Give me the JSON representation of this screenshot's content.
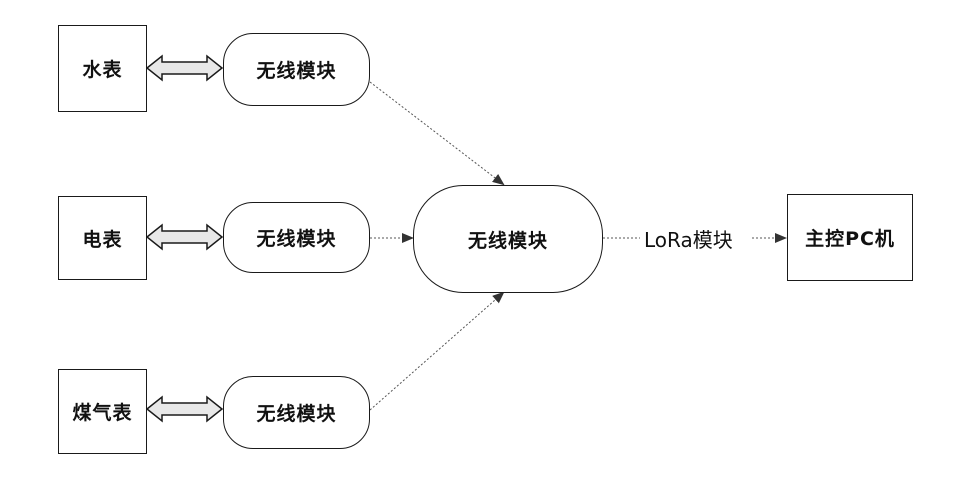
{
  "meters": {
    "water": "水表",
    "electric": "电表",
    "gas": "煤气表"
  },
  "modules": {
    "top": "无线模块",
    "middle": "无线模块",
    "bottom": "无线模块"
  },
  "hub": {
    "label": "无线模块"
  },
  "link": {
    "label": "LoRa模块"
  },
  "pc": {
    "label": "主控PC机"
  }
}
